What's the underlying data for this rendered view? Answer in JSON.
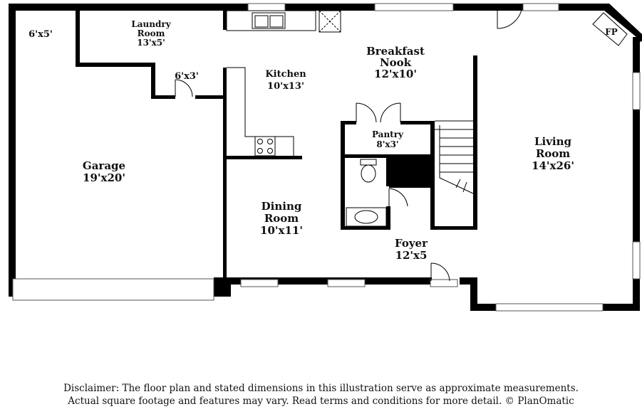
{
  "rooms": {
    "closet": {
      "dims": "6'x5'"
    },
    "laundry": {
      "name_line1": "Laundry",
      "name_line2": "Room",
      "dims": "13'x5'"
    },
    "hall_closet": {
      "dims": "6'x3'"
    },
    "kitchen": {
      "name": "Kitchen",
      "dims": "10'x13'"
    },
    "breakfast": {
      "name_line1": "Breakfast",
      "name_line2": "Nook",
      "dims": "12'x10'"
    },
    "pantry": {
      "name": "Pantry",
      "dims": "8'x3'"
    },
    "garage": {
      "name": "Garage",
      "dims": "19'x20'"
    },
    "living": {
      "name_line1": "Living",
      "name_line2": "Room",
      "dims": "14'x26'"
    },
    "dining": {
      "name_line1": "Dining",
      "name_line2": "Room",
      "dims": "10'x11'"
    },
    "foyer": {
      "name": "Foyer",
      "dims": "12'x5"
    }
  },
  "fireplace": {
    "label": "FP"
  },
  "disclaimer": {
    "line1": "Disclaimer: The floor plan and stated dimensions in this illustration serve as approximate measurements.",
    "line2": "Actual square footage and features may vary. Read terms and conditions for more detail. © PlanOmatic"
  }
}
